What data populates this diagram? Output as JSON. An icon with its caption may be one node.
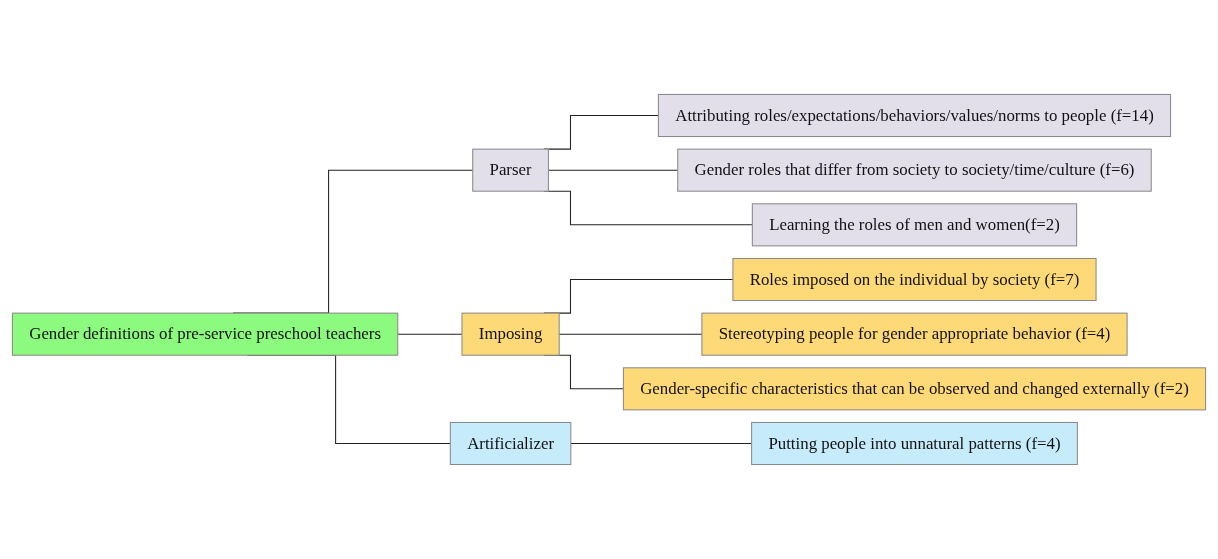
{
  "diagram": {
    "nodes": [
      {
        "text": [
          "Gender definitions of pre-service preschool teachers"
        ]
      },
      {
        "text": [
          "Parser"
        ]
      },
      {
        "text": [
          "Imposing"
        ]
      },
      {
        "text": [
          "Artificializer"
        ]
      },
      {
        "text": [
          "Attributing roles/expectations/behaviors/values/norms to people (f=14)"
        ]
      },
      {
        "text": [
          "Gender roles that differ from society to society/time/culture (f=6)"
        ]
      },
      {
        "text": [
          "Learning the roles of men and women(f=2)"
        ]
      },
      {
        "text": [
          "Roles imposed on the individual by society (f=7)"
        ]
      },
      {
        "text": [
          "Stereotyping people for gender appropriate behavior (f=4)"
        ]
      },
      {
        "text": [
          "Gender-specific characteristics that can be observed and changed externally (f=2)"
        ]
      },
      {
        "text": [
          "Putting people into unnatural patterns (f=4)"
        ]
      }
    ],
    "edges": [
      {
        "from": 0,
        "to": 1,
        "arrow": "none"
      },
      {
        "from": 0,
        "to": 2,
        "arrow": "none"
      },
      {
        "from": 0,
        "to": 3,
        "arrow": "none"
      },
      {
        "from": 1,
        "to": 4,
        "arrow": "none"
      },
      {
        "from": 1,
        "to": 5,
        "arrow": "none"
      },
      {
        "from": 1,
        "to": 6,
        "arrow": "none"
      },
      {
        "from": 2,
        "to": 7,
        "arrow": "none"
      },
      {
        "from": 2,
        "to": 8,
        "arrow": "none"
      },
      {
        "from": 2,
        "to": 9,
        "arrow": "none"
      },
      {
        "from": 3,
        "to": 10,
        "arrow": "none"
      }
    ]
  }
}
